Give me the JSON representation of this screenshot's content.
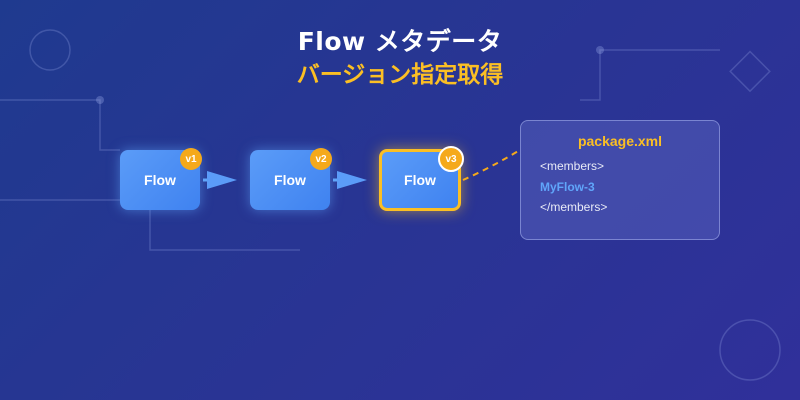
{
  "title": {
    "main": "Flow メタデータ",
    "sub": "バージョン指定取得"
  },
  "flow_nodes": [
    {
      "label": "Flow",
      "version": "v1",
      "active": false
    },
    {
      "label": "Flow",
      "version": "v2",
      "active": false
    },
    {
      "label": "Flow",
      "version": "v3",
      "active": true
    }
  ],
  "package_xml": {
    "title": "package.xml",
    "lines": [
      "<members>",
      "MyFlow-3",
      "</members>"
    ]
  },
  "colors": {
    "accent": "#fbbf24",
    "node": "#4a8ef5",
    "highlight_text": "#60a5fa"
  }
}
